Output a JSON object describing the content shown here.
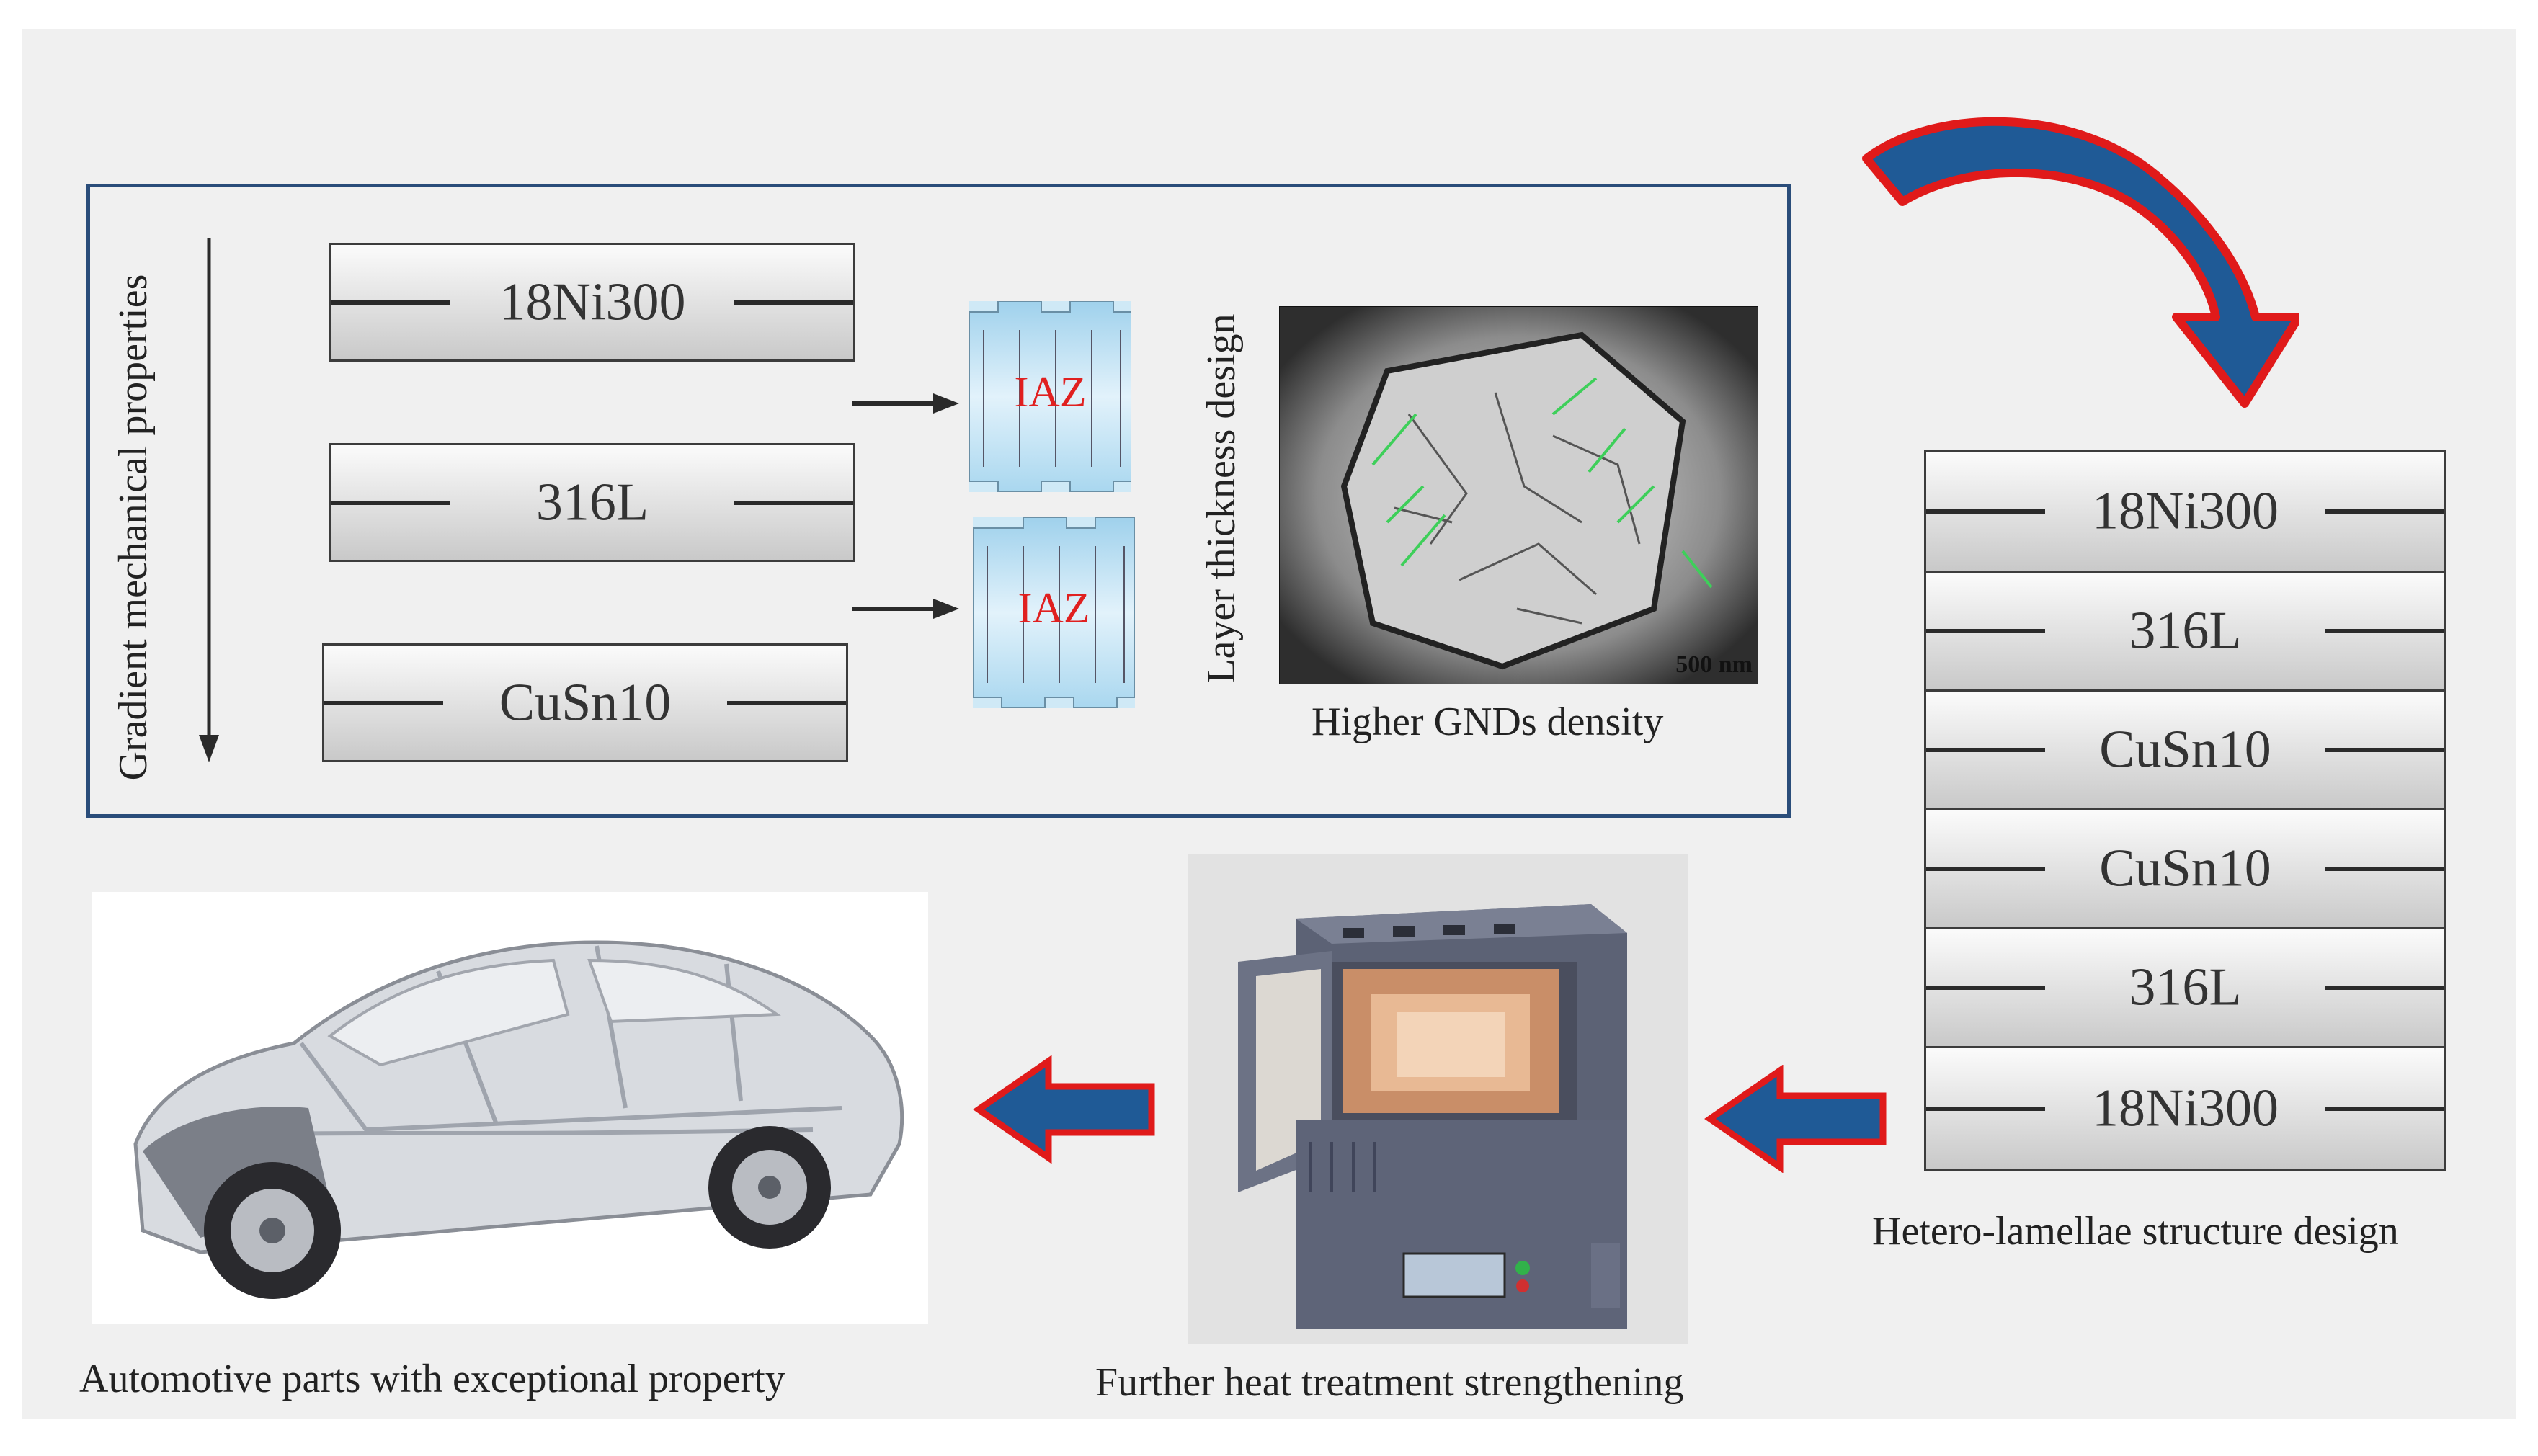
{
  "left_box": {
    "vertical_label": "Gradient mechanical properties",
    "layers": [
      "18Ni300",
      "316L",
      "CuSn10"
    ],
    "iaz_labels": [
      "IAZ",
      "IAZ"
    ],
    "layer_thickness_label": "Layer thickness design",
    "tem_scale": "500 nm",
    "tem_caption": "Higher GNDs density"
  },
  "stack": {
    "layers": [
      "18Ni300",
      "316L",
      "CuSn10",
      "CuSn10",
      "316L",
      "18Ni300"
    ],
    "caption": "Hetero-lamellae structure design"
  },
  "furnace_caption": "Further heat treatment strengthening",
  "car_caption": "Automotive parts with exceptional property",
  "colors": {
    "box_border": "#2a4d7a",
    "arrow_fill": "#1f5a96",
    "arrow_outline": "#e01a1a",
    "iaz_text": "#e02020",
    "iaz_bg": "#b8def2"
  },
  "icons": [
    "curved-arrow-icon",
    "left-arrow-icon",
    "right-arrow-icon",
    "down-arrow-icon",
    "furnace-icon",
    "car-icon"
  ]
}
